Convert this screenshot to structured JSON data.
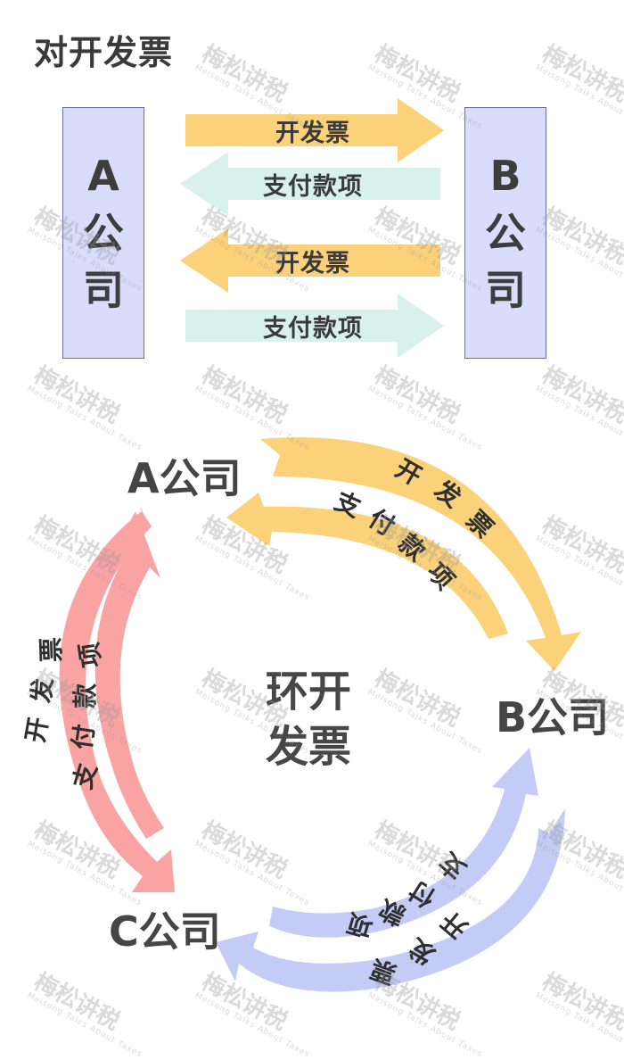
{
  "title": "对开发票",
  "top": {
    "company_a": [
      "A",
      "公",
      "司"
    ],
    "company_b": [
      "B",
      "公",
      "司"
    ],
    "arrows": [
      {
        "label": "开发票",
        "direction": "right",
        "color": "#fbd27a"
      },
      {
        "label": "支付款项",
        "direction": "left",
        "color": "#d8f1ec"
      },
      {
        "label": "开发票",
        "direction": "left",
        "color": "#fbd27a"
      },
      {
        "label": "支付款项",
        "direction": "right",
        "color": "#d8f1ec"
      }
    ]
  },
  "cycle": {
    "center": [
      "环开",
      "发票"
    ],
    "nodes": {
      "a": "A公司",
      "b": "B公司",
      "c": "C公司"
    },
    "ab": {
      "outer": [
        "开",
        "发",
        "票"
      ],
      "inner": [
        "支",
        "付",
        "款",
        "项"
      ],
      "color": "#fbd27a"
    },
    "ac": {
      "outer": [
        "开",
        "发",
        "票"
      ],
      "inner": [
        "支",
        "付",
        "款",
        "项"
      ],
      "color": "#f9a3a3"
    },
    "bc": {
      "outer": [
        "开",
        "发",
        "票"
      ],
      "inner": [
        "支",
        "付",
        "款",
        "项"
      ],
      "color": "#c3cbf7"
    }
  },
  "watermark": {
    "main": "梅松讲税",
    "sub": "Meisong Talks About Taxes"
  }
}
